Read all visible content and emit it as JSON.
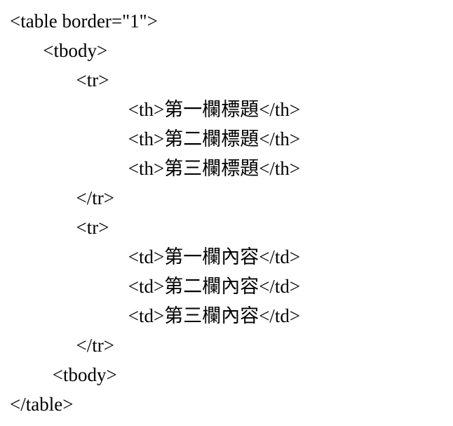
{
  "page": {
    "background_color": "#ffffff",
    "text_color": "#000000"
  },
  "code": {
    "language": "html-source-listing",
    "lines": [
      "<table border=\"1\">",
      "       <tbody>",
      "              <tr>",
      "                         <th>第一欄標題</th>",
      "                         <th>第二欄標題</th>",
      "                         <th>第三欄標題</th>",
      "              </tr>",
      "              <tr>",
      "                         <td>第一欄內容</td>",
      "                         <td>第二欄內容</td>",
      "                         <td>第三欄內容</td>",
      "              </tr>",
      "         <tbody>",
      "</table>"
    ]
  }
}
